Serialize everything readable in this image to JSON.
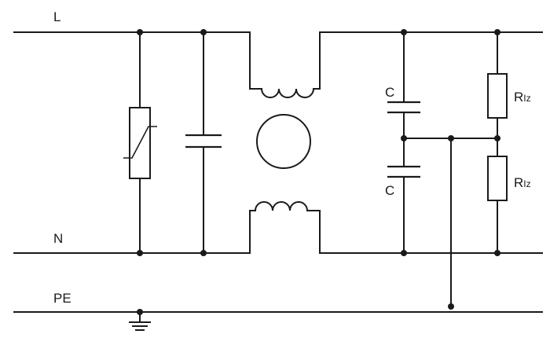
{
  "labels": {
    "line": "L",
    "neutral": "N",
    "protective_earth": "PE",
    "capacitor_top": "C",
    "capacitor_bottom": "C",
    "resistor_top_main": "R",
    "resistor_top_sub": "Iz",
    "resistor_bottom_main": "R",
    "resistor_bottom_sub": "Iz"
  }
}
